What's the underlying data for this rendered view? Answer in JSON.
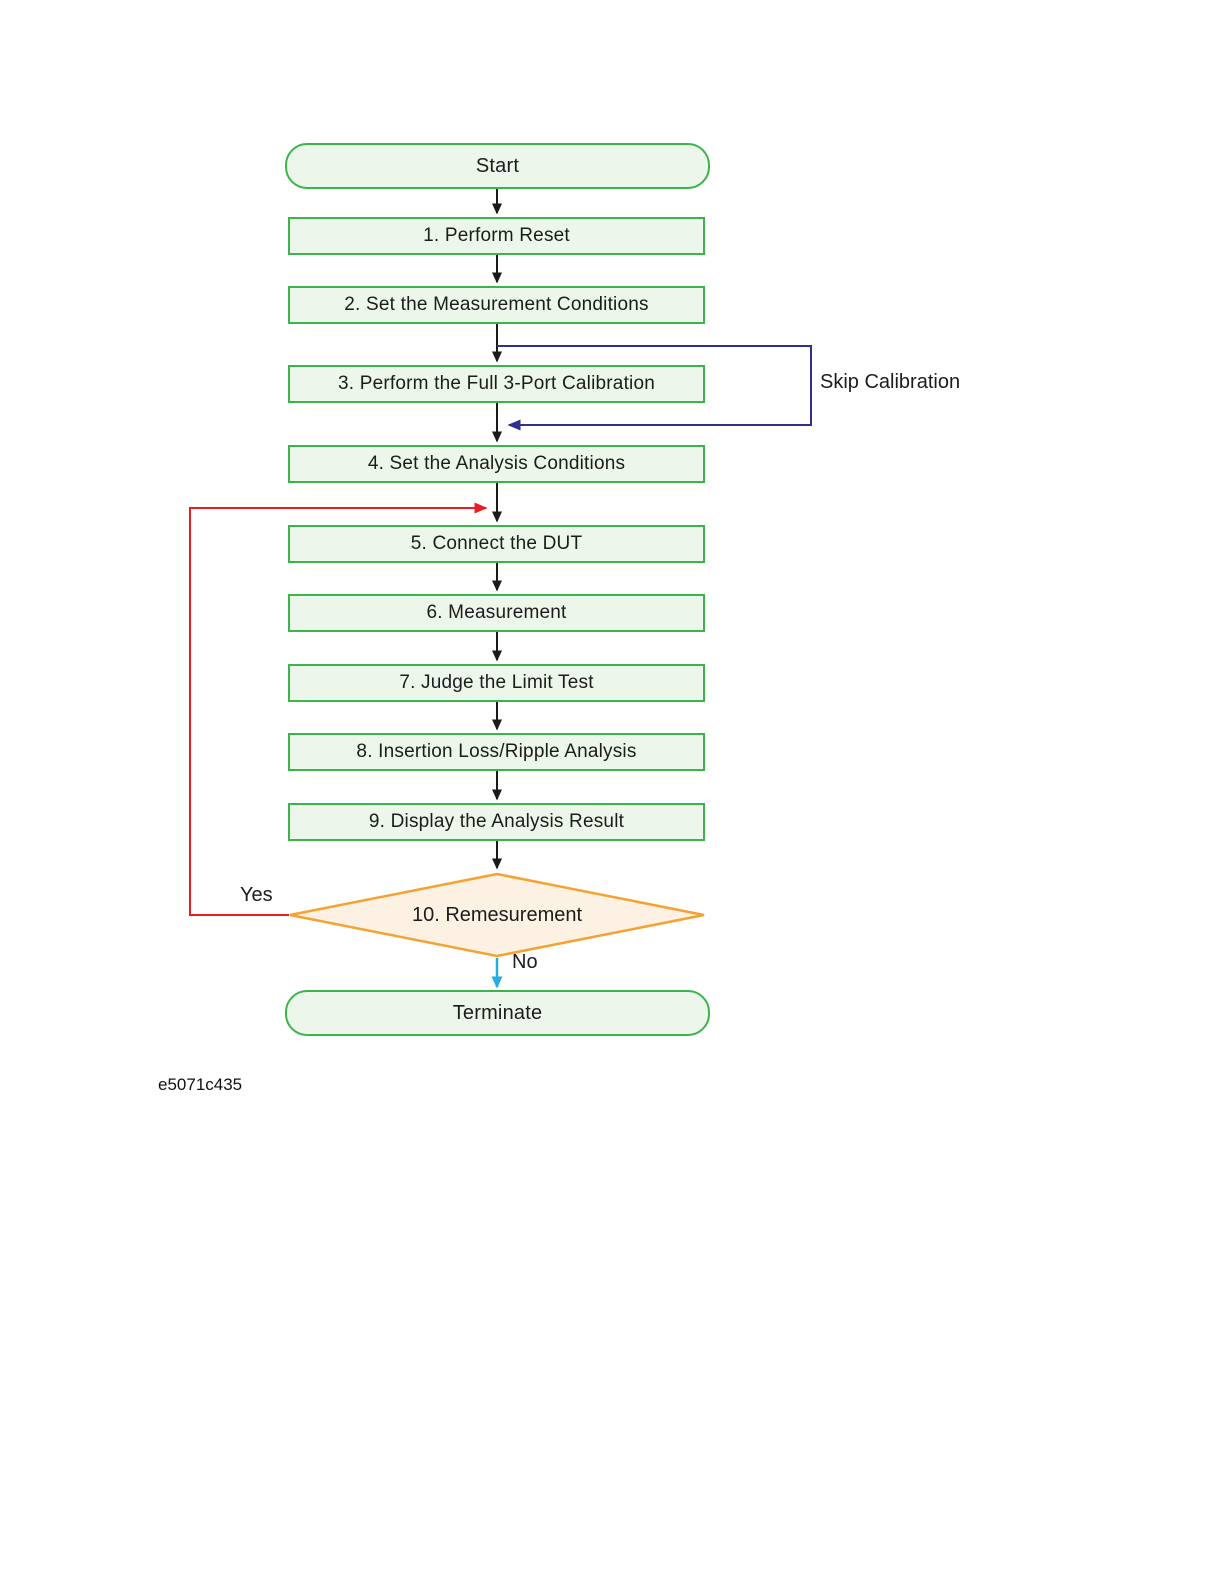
{
  "diagram": {
    "caption": "e5071c435",
    "nodes": {
      "start": {
        "label": "Start"
      },
      "step1": {
        "label": "1. Perform Reset"
      },
      "step2": {
        "label": "2. Set the Measurement Conditions"
      },
      "step3": {
        "label": "3. Perform the Full 3-Port Calibration"
      },
      "step4": {
        "label": "4. Set the Analysis Conditions"
      },
      "step5": {
        "label": "5. Connect the DUT"
      },
      "step6": {
        "label": "6. Measurement"
      },
      "step7": {
        "label": "7. Judge the Limit Test"
      },
      "step8": {
        "label": "8. Insertion Loss/Ripple Analysis"
      },
      "step9": {
        "label": "9. Display the Analysis Result"
      },
      "decision": {
        "label": "10. Remesurement"
      },
      "terminate": {
        "label": "Terminate"
      }
    },
    "edge_labels": {
      "skip": "Skip Calibration",
      "yes": "Yes",
      "no": "No"
    },
    "colors": {
      "node_border_green": "#3cb44c",
      "node_fill_green": "#edf6ea",
      "decision_border_orange": "#f5a231",
      "decision_fill_orange": "#fcf1e2",
      "arrow_black": "#1a1a1a",
      "skip_path_blue": "#2e3192",
      "yes_path_red": "#ed1c24",
      "no_arrow_cyan": "#29abe2"
    }
  }
}
